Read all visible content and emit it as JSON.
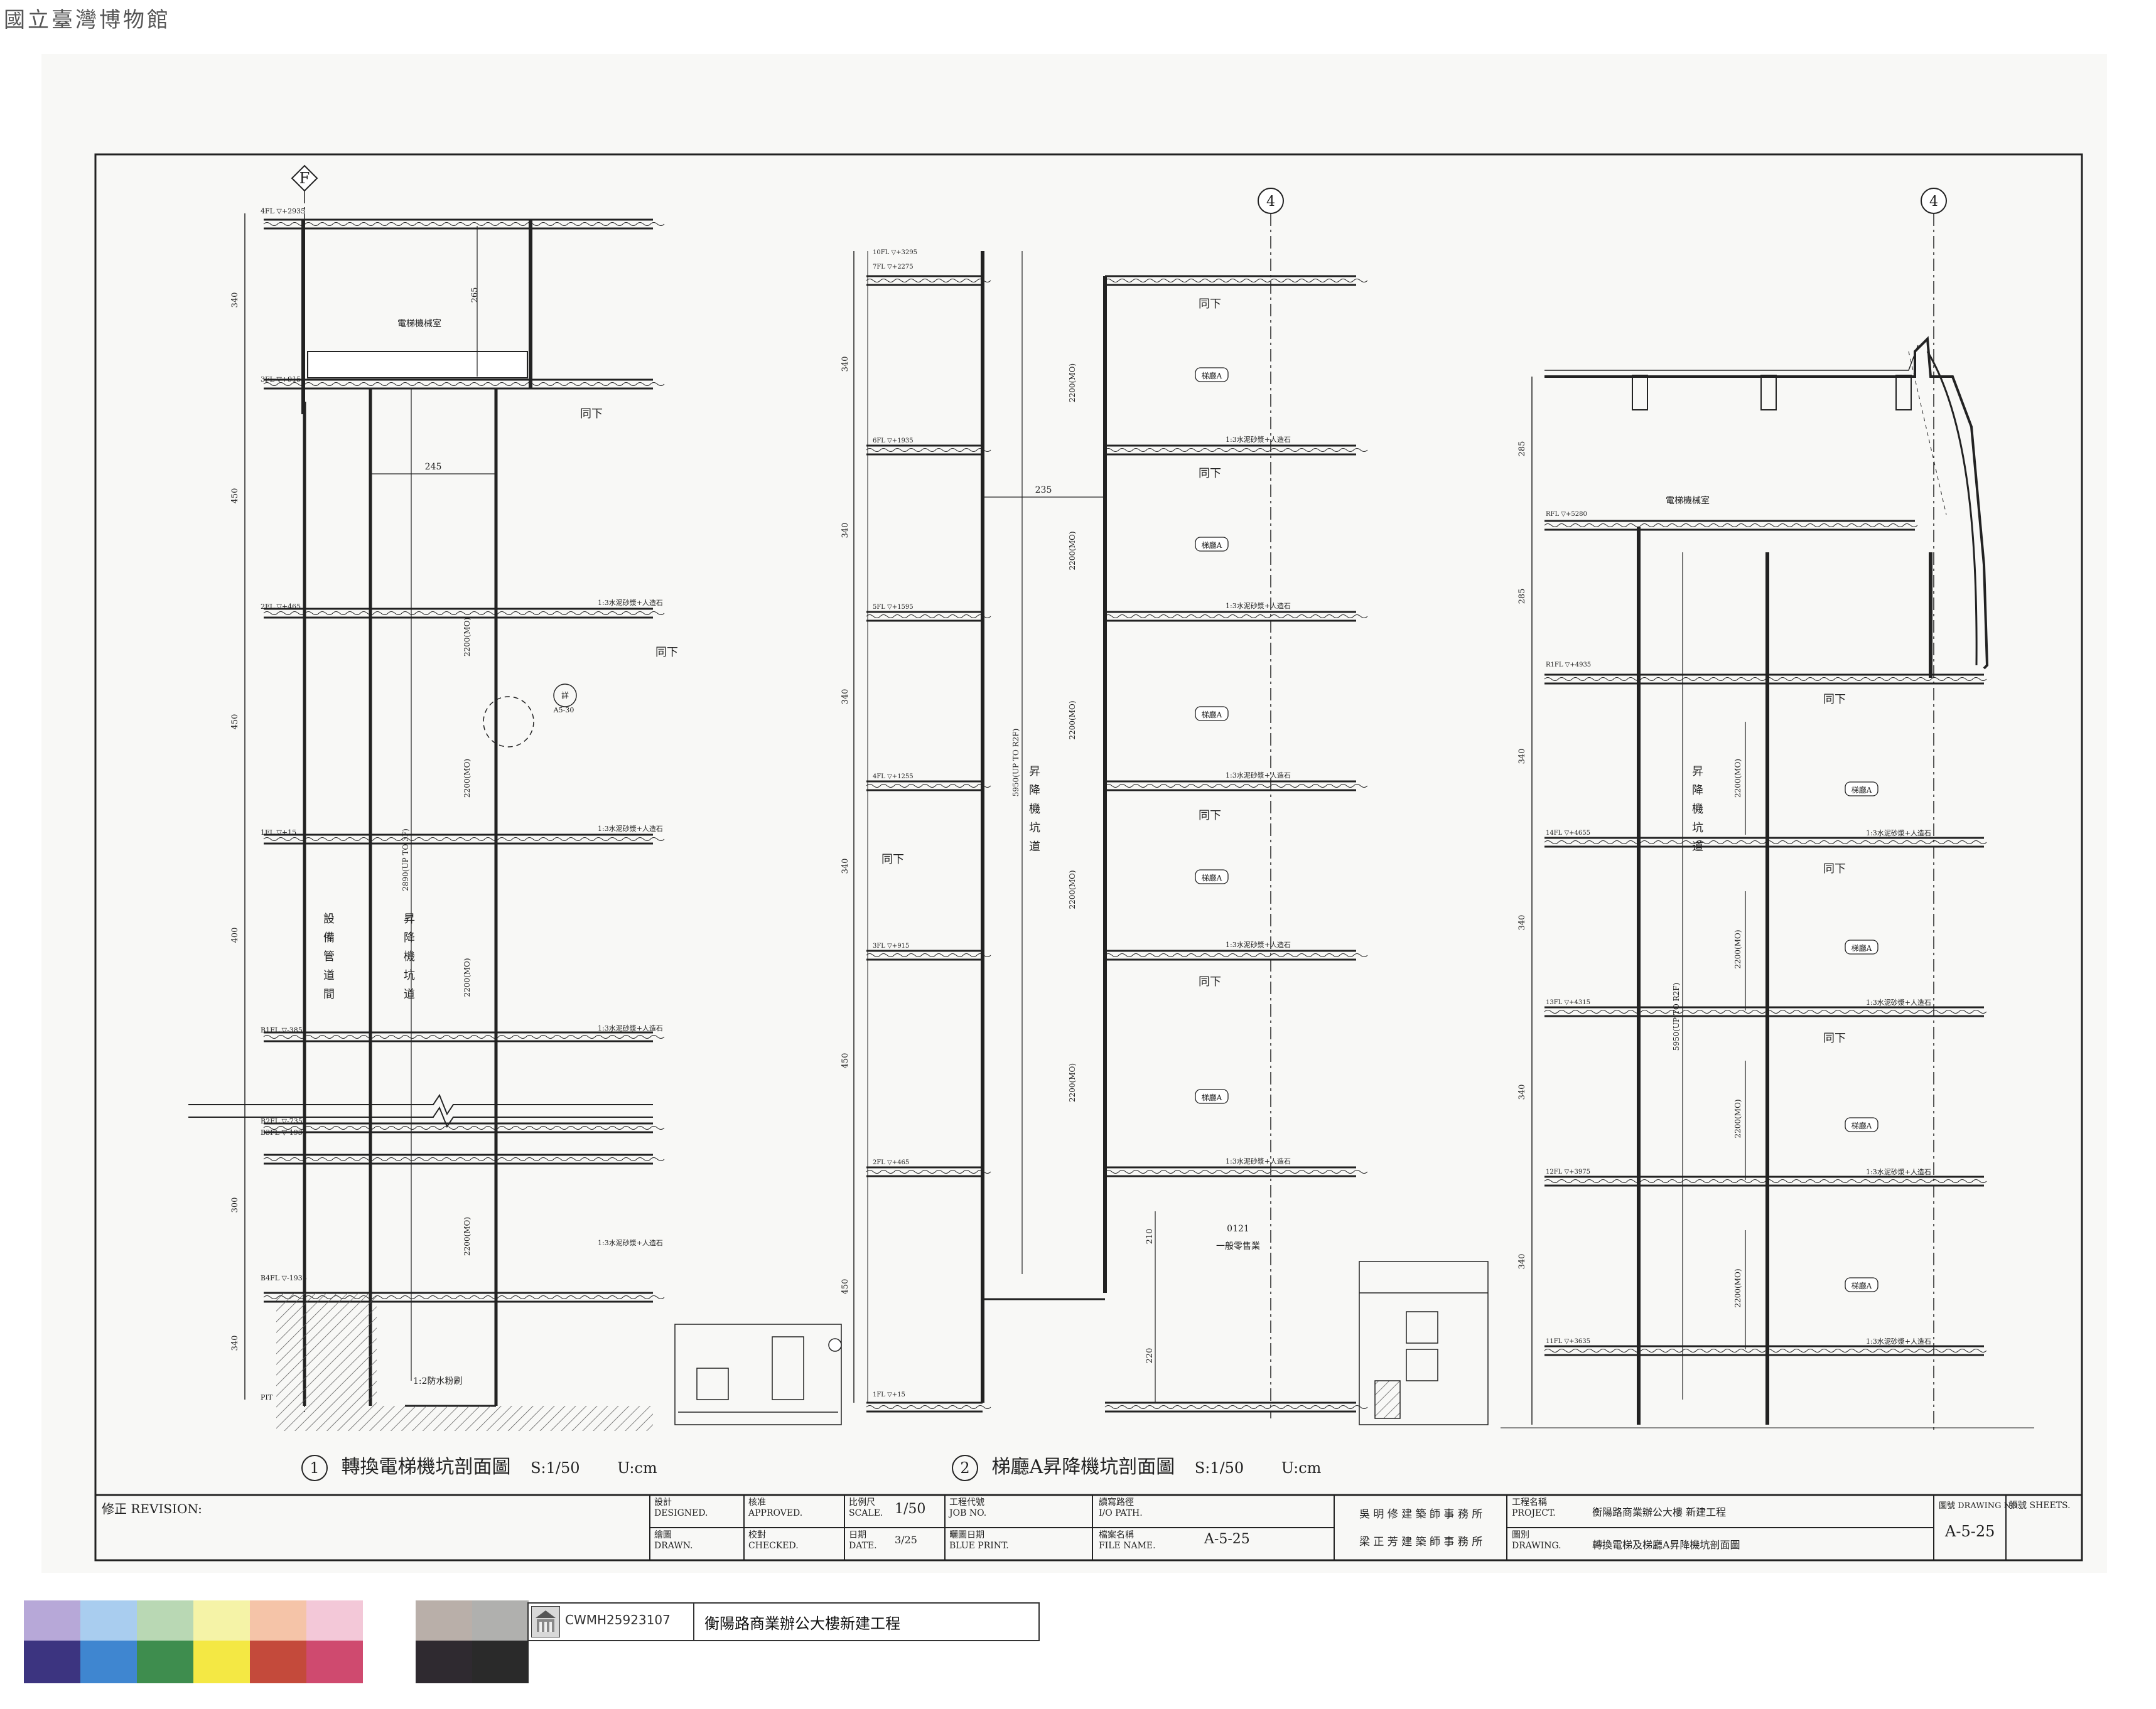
{
  "header": {
    "museum_name": "國立臺灣博物館"
  },
  "drawing": {
    "sections": [
      {
        "number": "1",
        "title": "轉換電梯機坑剖面圖",
        "scale": "S:1/50",
        "unit": "U:cm"
      },
      {
        "number": "2",
        "title": "梯廳A昇降機坑剖面圖",
        "scale": "S:1/50",
        "unit": "U:cm"
      }
    ],
    "grid_labels": {
      "f": "F",
      "four_a": "4",
      "four_b": "4"
    },
    "rooms": {
      "machine_room_1": "電梯機械室",
      "machine_room_3": "電梯機械室",
      "shaft_1": "昇降機坑道",
      "pipe_shaft": "設備管道間",
      "shaft_2": "昇降機坑道",
      "shaft_3": "昇降機坑道",
      "lobby_a": "梯廳A",
      "retail": "一般零售業",
      "retail_code": "0121"
    },
    "levels_1": [
      "4FL ▽+2935",
      "3FL ▽+915",
      "2FL ▽+465",
      "1FL ▽+15",
      "B1FL ▽-385",
      "B2FL ▽-735",
      "B3FL ▽-1935",
      "B4FL ▽-1935",
      "PIT"
    ],
    "levels_2": [
      "10FL ▽+3295",
      "7FL ▽+2275",
      "6FL ▽+1935",
      "5FL ▽+1595",
      "4FL ▽+1255",
      "3FL ▽+915",
      "2FL ▽+465",
      "1FL ▽+15"
    ],
    "levels_3": [
      "RFL ▽+5280",
      "R1FL ▽+4935",
      "14FL ▽+4655",
      "13FL ▽+4315",
      "12FL ▽+3975",
      "11FL ▽+3635"
    ],
    "dims": {
      "d340": "340",
      "d450": "450",
      "d400": "400",
      "d300": "300",
      "d285": "285",
      "d245": "245",
      "d235": "235",
      "d265": "265",
      "d210": "210",
      "d220": "220",
      "clear": "2200(MO)",
      "travel_1": "2890(UP TO 3F)",
      "travel_2": "5950(UP TO R2F)",
      "travel_3": "5950(UP TO R2F)"
    },
    "notes": {
      "same": "同下",
      "floor": "1:3水泥砂漿+人造石",
      "pit": "1:2防水粉刷",
      "detail": "詳",
      "detail_ref": "A5-30"
    }
  },
  "title_block": {
    "revision": "修正 REVISION:",
    "designed": "設計\nDESIGNED.",
    "approved": "核准\nAPPROVED.",
    "scale_label": "比例尺\nSCALE.",
    "scale_value": "1/50",
    "job_no": "工程代號\nJOB NO.",
    "io_path": "讀寫路徑\nI/O PATH.",
    "drawn": "繪圖\nDRAWN.",
    "checked": "校對\nCHECKED.",
    "date": "日期\nDATE.",
    "date_value": "3/25",
    "blue_print": "曬圖日期\nBLUE PRINT.",
    "file_name": "檔案名稱\nFILE NAME.",
    "file_value": "A-5-25",
    "firm_1": "吳 明 修 建 築 師 事 務 所",
    "firm_2": "梁 正 芳 建 築 師 事 務 所",
    "project_label": "工程名稱\nPROJECT.",
    "project_value": "衡陽路商業辦公大樓 新建工程",
    "drawing_label": "圖別\nDRAWING.",
    "drawing_value": "轉換電梯及梯廳A昇降機坑剖面圖",
    "drawing_no_label": "圖號 DRAWING NO.",
    "drawing_no": "A-5-25",
    "sheets": "張號 SHEETS."
  },
  "archive": {
    "code": "CWMH25923107",
    "title": "衡陽路商業辦公大樓新建工程"
  },
  "colors": {
    "line": "#1f1f1f",
    "paper": "#f8f8f6",
    "swatches_top": [
      "#b7a8d8",
      "#a9cdef",
      "#b9d8b4",
      "#f5f3a7",
      "#f5c4a8",
      "#f3c8d8",
      "#ffffff",
      "#b9afa9",
      "#b0b0ae"
    ],
    "swatches_bottom": [
      "#3c3480",
      "#3f86d0",
      "#3e8d4e",
      "#f4e844",
      "#c44a3b",
      "#cf4a6f",
      "#ffffff",
      "#2f2a30",
      "#2a2a2a"
    ]
  }
}
